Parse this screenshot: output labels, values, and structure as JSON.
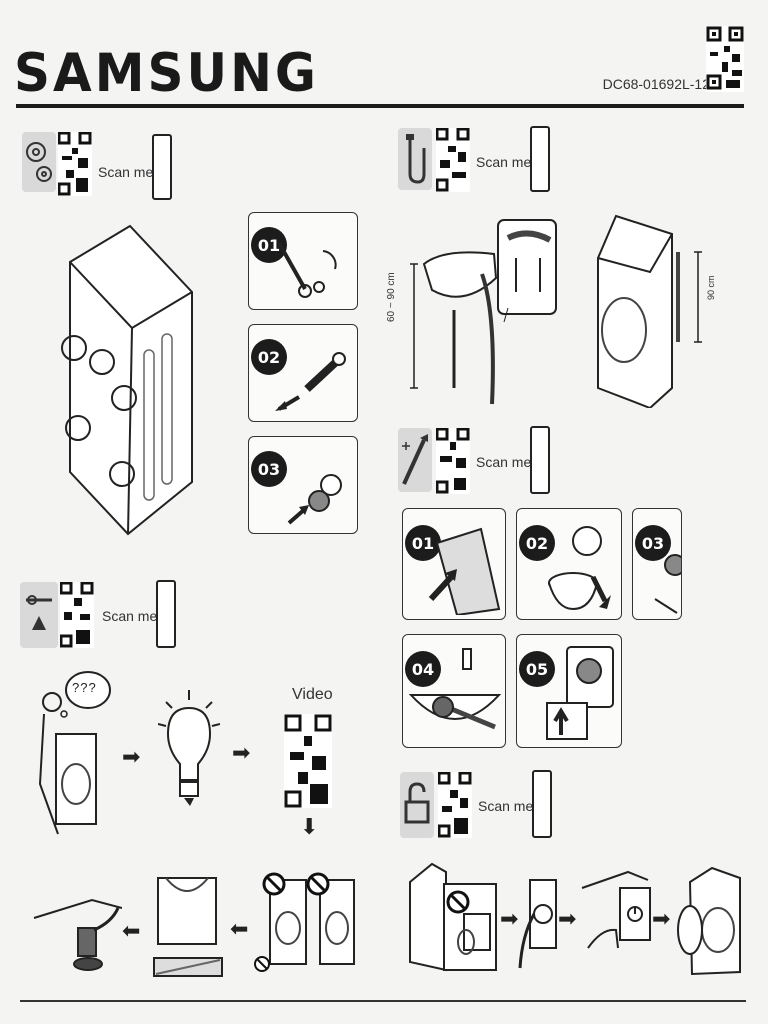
{
  "brand": "SAMSUNG",
  "doc_number": "DC68-01692L-12",
  "scan_label": "Scan me!",
  "video_label": "Video",
  "sections": {
    "transit_bolts": {
      "icon": "gear-icon",
      "steps": [
        "01",
        "02",
        "03"
      ]
    },
    "drain_hose": {
      "icon": "hose-icon",
      "height_label_sink": "60 ~ 90 cm",
      "height_label_machine": "90 cm"
    },
    "cleaning": {
      "icon": "brush-icon",
      "steps": [
        "01",
        "02",
        "03",
        "04",
        "05"
      ]
    },
    "leveling": {
      "icon": "level-icon",
      "question_marks": "???"
    },
    "door_lock": {
      "icon": "unlock-icon"
    }
  },
  "colors": {
    "ink": "#1c1c1c",
    "paper": "#f4f4f2",
    "tile": "#d9d9d9"
  }
}
